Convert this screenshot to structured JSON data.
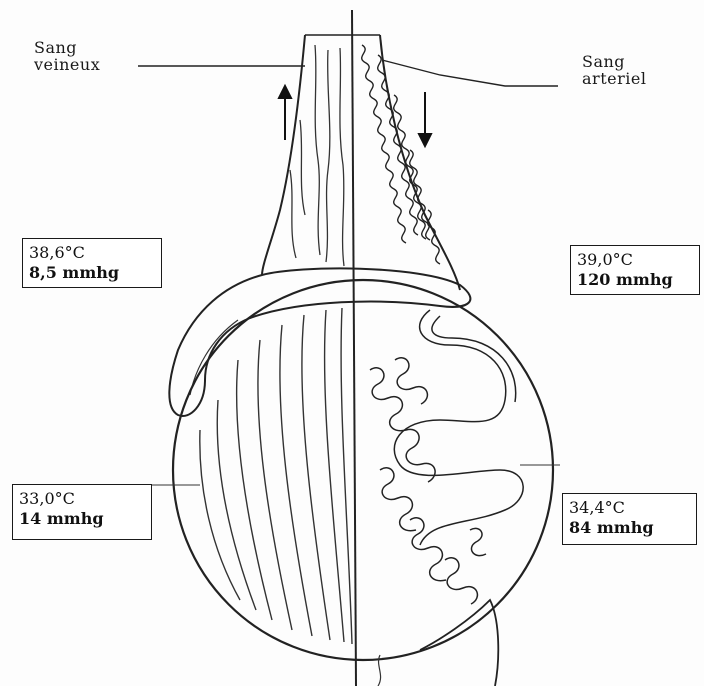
{
  "labels": {
    "venous": {
      "line1": "Sang",
      "line2": "veineux"
    },
    "arterial": {
      "line1": "Sang",
      "line2": "arteriel"
    }
  },
  "measurements": {
    "venous_top": {
      "temp": "38,6°C",
      "pressure": "8,5 mmhg"
    },
    "arterial_top": {
      "temp": "39,0°C",
      "pressure": "120 mmhg"
    },
    "venous_testis": {
      "temp": "33,0°C",
      "pressure": "14 mmhg"
    },
    "arterial_testis": {
      "temp": "34,4°C",
      "pressure": "84 mmhg"
    }
  },
  "colors": {
    "ink": "#1a1a1a",
    "paper": "#fdfdfd"
  }
}
